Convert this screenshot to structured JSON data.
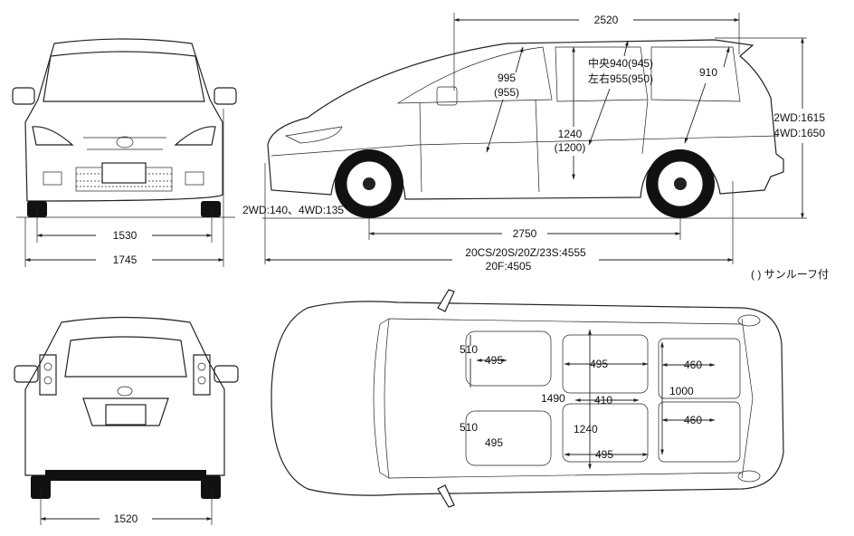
{
  "front_view": {
    "tread_front": "1530",
    "overall_width": "1745"
  },
  "rear_view": {
    "tread_rear": "1520"
  },
  "side_view": {
    "ground_clearance": "2WD:140、4WD:135",
    "interior_length": "2520",
    "headroom_front": "995",
    "headroom_front_sunroof": "(955)",
    "headroom_second_center": "中央940(945)",
    "headroom_second_sides": "左右955(950)",
    "headroom_third": "910",
    "interior_height": "1240",
    "interior_height_sunroof": "(1200)",
    "height_2wd": "2WD:1615",
    "height_4wd": "4WD:1650",
    "wheelbase": "2750",
    "overall_length_main": "20CS/20S/20Z/23S:4555",
    "overall_length_20f": "20F:4505",
    "sunroof_note": "( ) サンルーフ付"
  },
  "top_view": {
    "front_seat_width_left": "510",
    "front_seat_cushion_left": "495",
    "front_seat_width_right": "510",
    "front_seat_cushion_right": "495",
    "second_seat_left": "495",
    "second_seat_center": "410",
    "second_seat_right": "495",
    "interior_width": "1490",
    "second_row_width": "1240",
    "third_seat_left": "460",
    "third_row_width": "1000",
    "third_seat_right": "460"
  }
}
